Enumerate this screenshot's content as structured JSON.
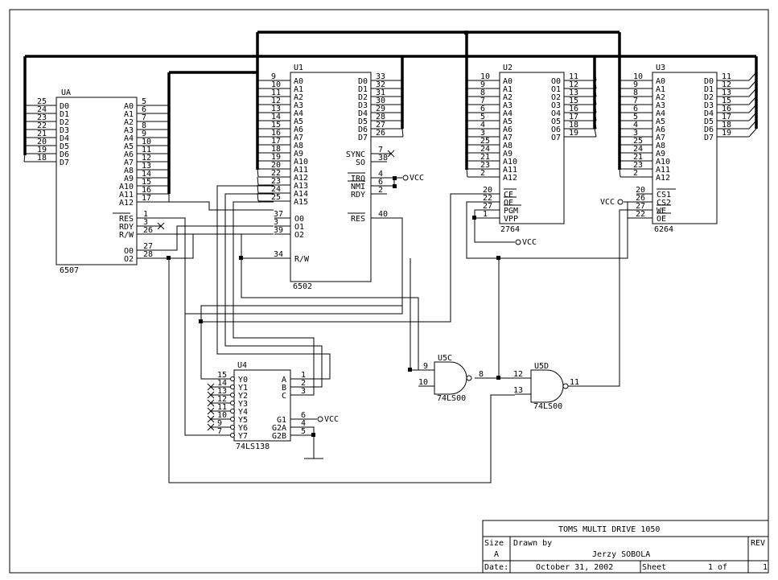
{
  "title_block": {
    "title": "TOMS MULTI DRIVE 1050",
    "size_label": "Size",
    "size_value": "A",
    "drawn_by_label": "Drawn by",
    "drawn_by_value": "Jerzy SOBOLA",
    "rev_label": "REV",
    "date_label": "Date:",
    "date_value": "October 31, 2002",
    "sheet_label": "Sheet",
    "sheet_value": "1 of",
    "sheet_total": "1"
  },
  "chips": {
    "ua": {
      "ref": "UA",
      "name": "6507",
      "left_pins": [
        {
          "num": "25",
          "label": "D0"
        },
        {
          "num": "24",
          "label": "D1"
        },
        {
          "num": "23",
          "label": "D2"
        },
        {
          "num": "22",
          "label": "D3"
        },
        {
          "num": "21",
          "label": "D4"
        },
        {
          "num": "20",
          "label": "D5"
        },
        {
          "num": "19",
          "label": "D6"
        },
        {
          "num": "18",
          "label": "D7"
        }
      ],
      "right_pins": [
        {
          "num": "5",
          "label": "A0"
        },
        {
          "num": "6",
          "label": "A1"
        },
        {
          "num": "7",
          "label": "A2"
        },
        {
          "num": "8",
          "label": "A3"
        },
        {
          "num": "9",
          "label": "A4"
        },
        {
          "num": "10",
          "label": "A5"
        },
        {
          "num": "11",
          "label": "A6"
        },
        {
          "num": "12",
          "label": "A7"
        },
        {
          "num": "13",
          "label": "A8"
        },
        {
          "num": "14",
          "label": "A9"
        },
        {
          "num": "15",
          "label": "A10"
        },
        {
          "num": "16",
          "label": "A11"
        },
        {
          "num": "17",
          "label": "A12"
        }
      ],
      "ctrl_pins": [
        {
          "num": "1",
          "label": "RES"
        },
        {
          "num": "3",
          "label": "RDY"
        },
        {
          "num": "26",
          "label": "R/W"
        },
        {
          "num": "27",
          "label": "O0"
        },
        {
          "num": "28",
          "label": "O2"
        }
      ]
    },
    "u1": {
      "ref": "U1",
      "name": "6502",
      "left_pins": [
        {
          "num": "9",
          "label": "A0"
        },
        {
          "num": "10",
          "label": "A1"
        },
        {
          "num": "11",
          "label": "A2"
        },
        {
          "num": "12",
          "label": "A3"
        },
        {
          "num": "13",
          "label": "A4"
        },
        {
          "num": "14",
          "label": "A5"
        },
        {
          "num": "15",
          "label": "A6"
        },
        {
          "num": "16",
          "label": "A7"
        },
        {
          "num": "17",
          "label": "A8"
        },
        {
          "num": "18",
          "label": "A9"
        },
        {
          "num": "19",
          "label": "A10"
        },
        {
          "num": "20",
          "label": "A11"
        },
        {
          "num": "22",
          "label": "A12"
        },
        {
          "num": "23",
          "label": "A13"
        },
        {
          "num": "24",
          "label": "A14"
        },
        {
          "num": "25",
          "label": "A15"
        }
      ],
      "right_pins": [
        {
          "num": "33",
          "label": "D0"
        },
        {
          "num": "32",
          "label": "D1"
        },
        {
          "num": "31",
          "label": "D2"
        },
        {
          "num": "30",
          "label": "D3"
        },
        {
          "num": "29",
          "label": "D4"
        },
        {
          "num": "28",
          "label": "D5"
        },
        {
          "num": "27",
          "label": "D6"
        },
        {
          "num": "26",
          "label": "D7"
        }
      ],
      "ctrl_right": [
        {
          "num": "7",
          "label": "SYNC"
        },
        {
          "num": "38",
          "label": "SO"
        },
        {
          "num": "4",
          "label": "IRQ"
        },
        {
          "num": "6",
          "label": "NMI"
        },
        {
          "num": "2",
          "label": "RDY"
        },
        {
          "num": "40",
          "label": "RES"
        }
      ],
      "ctrl_left": [
        {
          "num": "37",
          "label": "O0"
        },
        {
          "num": "3",
          "label": "O1"
        },
        {
          "num": "39",
          "label": "O2"
        },
        {
          "num": "34",
          "label": "R/W"
        }
      ]
    },
    "u2": {
      "ref": "U2",
      "name": "2764",
      "left_pins": [
        {
          "num": "10",
          "label": "A0"
        },
        {
          "num": "9",
          "label": "A1"
        },
        {
          "num": "8",
          "label": "A2"
        },
        {
          "num": "7",
          "label": "A3"
        },
        {
          "num": "6",
          "label": "A4"
        },
        {
          "num": "5",
          "label": "A5"
        },
        {
          "num": "4",
          "label": "A6"
        },
        {
          "num": "3",
          "label": "A7"
        },
        {
          "num": "25",
          "label": "A8"
        },
        {
          "num": "24",
          "label": "A9"
        },
        {
          "num": "21",
          "label": "A10"
        },
        {
          "num": "23",
          "label": "A11"
        },
        {
          "num": "2",
          "label": "A12"
        }
      ],
      "right_pins": [
        {
          "num": "11",
          "label": "O0"
        },
        {
          "num": "12",
          "label": "O1"
        },
        {
          "num": "13",
          "label": "O2"
        },
        {
          "num": "15",
          "label": "O3"
        },
        {
          "num": "16",
          "label": "O4"
        },
        {
          "num": "17",
          "label": "O5"
        },
        {
          "num": "18",
          "label": "O6"
        },
        {
          "num": "19",
          "label": "O7"
        }
      ],
      "ctrl_pins": [
        {
          "num": "20",
          "label": "CE"
        },
        {
          "num": "22",
          "label": "OE"
        },
        {
          "num": "27",
          "label": "PGM"
        },
        {
          "num": "1",
          "label": "VPP"
        }
      ]
    },
    "u3": {
      "ref": "U3",
      "name": "6264",
      "left_pins": [
        {
          "num": "10",
          "label": "A0"
        },
        {
          "num": "9",
          "label": "A1"
        },
        {
          "num": "8",
          "label": "A2"
        },
        {
          "num": "7",
          "label": "A3"
        },
        {
          "num": "6",
          "label": "A4"
        },
        {
          "num": "5",
          "label": "A5"
        },
        {
          "num": "4",
          "label": "A6"
        },
        {
          "num": "3",
          "label": "A7"
        },
        {
          "num": "25",
          "label": "A8"
        },
        {
          "num": "24",
          "label": "A9"
        },
        {
          "num": "21",
          "label": "A10"
        },
        {
          "num": "23",
          "label": "A11"
        },
        {
          "num": "2",
          "label": "A12"
        }
      ],
      "right_pins": [
        {
          "num": "11",
          "label": "D0"
        },
        {
          "num": "12",
          "label": "D1"
        },
        {
          "num": "13",
          "label": "D2"
        },
        {
          "num": "15",
          "label": "D3"
        },
        {
          "num": "16",
          "label": "D4"
        },
        {
          "num": "17",
          "label": "D5"
        },
        {
          "num": "18",
          "label": "D6"
        },
        {
          "num": "19",
          "label": "D7"
        }
      ],
      "ctrl_pins": [
        {
          "num": "20",
          "label": "CS1"
        },
        {
          "num": "26",
          "label": "CS2"
        },
        {
          "num": "27",
          "label": "WE"
        },
        {
          "num": "22",
          "label": "OE"
        }
      ]
    },
    "u4": {
      "ref": "U4",
      "name": "74LS138",
      "left_pins": [
        {
          "num": "15",
          "label": "Y0"
        },
        {
          "num": "14",
          "label": "Y1"
        },
        {
          "num": "13",
          "label": "Y2"
        },
        {
          "num": "12",
          "label": "Y3"
        },
        {
          "num": "11",
          "label": "Y4"
        },
        {
          "num": "10",
          "label": "Y5"
        },
        {
          "num": "9",
          "label": "Y6"
        },
        {
          "num": "7",
          "label": "Y7"
        }
      ],
      "right_pins": [
        {
          "num": "1",
          "label": "A"
        },
        {
          "num": "2",
          "label": "B"
        },
        {
          "num": "3",
          "label": "C"
        },
        {
          "num": "6",
          "label": "G1"
        },
        {
          "num": "4",
          "label": "G2A"
        },
        {
          "num": "5",
          "label": "G2B"
        }
      ]
    },
    "u5c": {
      "ref": "U5C",
      "name": "74LS00",
      "in_a": "9",
      "in_b": "10",
      "out": "8"
    },
    "u5d": {
      "ref": "U5D",
      "name": "74LS00",
      "in_a": "12",
      "in_b": "13",
      "out": "11"
    }
  },
  "labels": {
    "vcc": "VCC"
  }
}
